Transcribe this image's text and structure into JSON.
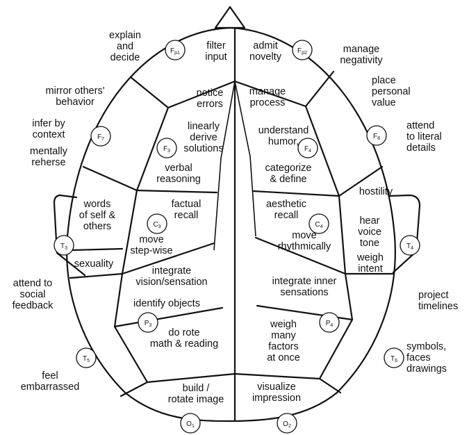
{
  "electrodes": {
    "fp1": {
      "main": "F",
      "sub": "p1"
    },
    "fp2": {
      "main": "F",
      "sub": "p2"
    },
    "f7": {
      "main": "F",
      "sub": "7"
    },
    "f8": {
      "main": "F",
      "sub": "8"
    },
    "f3": {
      "main": "F",
      "sub": "3"
    },
    "f4": {
      "main": "F",
      "sub": "4"
    },
    "c3": {
      "main": "C",
      "sub": "3"
    },
    "c4": {
      "main": "C",
      "sub": "4"
    },
    "t3": {
      "main": "T",
      "sub": "3"
    },
    "t4": {
      "main": "T",
      "sub": "4"
    },
    "p3": {
      "main": "P",
      "sub": "3"
    },
    "p4": {
      "main": "P",
      "sub": "4"
    },
    "t5": {
      "main": "T",
      "sub": "5"
    },
    "t6": {
      "main": "T",
      "sub": "6"
    },
    "o1": {
      "main": "O",
      "sub": "1"
    },
    "o2": {
      "main": "O",
      "sub": "2"
    }
  },
  "regions": {
    "filter_input": [
      "filter",
      "input"
    ],
    "admit_novelty": [
      "admit",
      "novelty"
    ],
    "notice_errors": [
      "notice",
      "errors"
    ],
    "manage_process": [
      "manage",
      "process"
    ],
    "linearly_derive": [
      "linearly",
      "derive",
      "solutions"
    ],
    "understand_humor": [
      "understand",
      "humor,"
    ],
    "verbal_reasoning": [
      "verbal",
      "reasoning"
    ],
    "categorize_define": [
      "categorize",
      "& define"
    ],
    "words_of_self": [
      "words",
      "of self &",
      "others"
    ],
    "hostility": [
      "hostility"
    ],
    "factual_recall": [
      "factual",
      "recall"
    ],
    "aesthetic_recall": [
      "aesthetic",
      "recall"
    ],
    "move_step_wise": [
      "move",
      "step-wise"
    ],
    "move_rhythmically": [
      "move",
      "rhythmically"
    ],
    "hear_voice_tone": [
      "hear",
      "voice",
      "tone"
    ],
    "sexuality": [
      "sexuality"
    ],
    "weigh_intent": [
      "weigh",
      "intent"
    ],
    "integrate_vision": [
      "integrate",
      "vision/sensation"
    ],
    "integrate_inner": [
      "integrate inner",
      "sensations"
    ],
    "identify_objects": [
      "identify objects"
    ],
    "weigh_many_factors": [
      "weigh",
      "many",
      "factors",
      "at once"
    ],
    "do_rote": [
      "do rote",
      "math & reading"
    ],
    "build_rotate": [
      "build /",
      "rotate image"
    ],
    "visualize_impression": [
      "visualize",
      "impression"
    ]
  },
  "outside": {
    "explain_decide": [
      "explain",
      "and",
      "decide"
    ],
    "manage_negativity": [
      "manage",
      "negativity"
    ],
    "mirror_others": [
      "mirror others'",
      "behavior"
    ],
    "place_personal_value": [
      "place",
      "personal",
      "value"
    ],
    "infer_by_context": [
      "infer by",
      "context"
    ],
    "attend_literal": [
      "attend",
      "to literal",
      "details"
    ],
    "mentally_reherse": [
      "mentally",
      "reherse"
    ],
    "attend_social": [
      "attend to",
      "social",
      "feedback"
    ],
    "project_timelines": [
      "project",
      "timelines"
    ],
    "symbols_faces": [
      "symbols,",
      "faces",
      "drawings"
    ],
    "feel_embarrassed": [
      "feel",
      "embarrassed"
    ]
  }
}
